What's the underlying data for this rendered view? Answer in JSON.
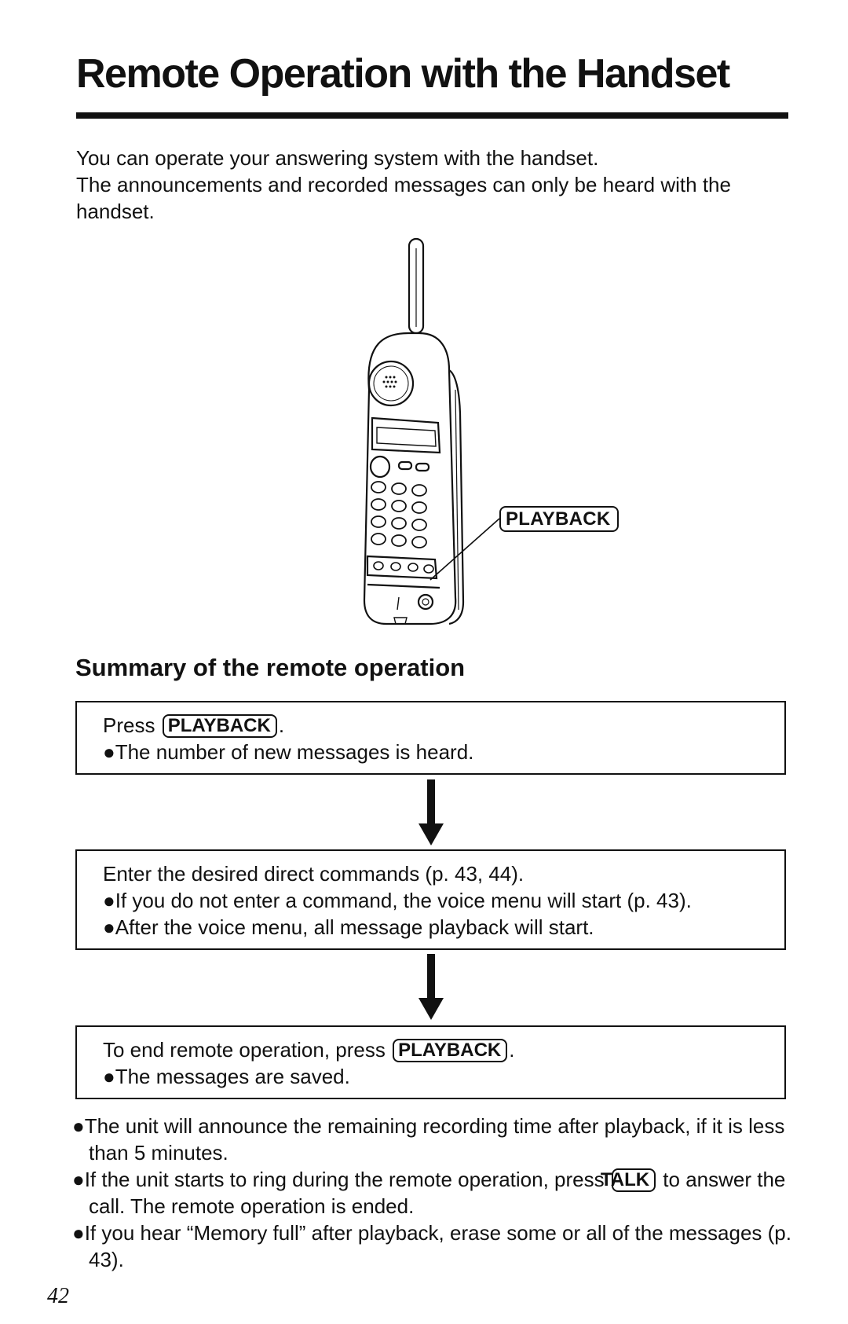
{
  "page": {
    "title": "Remote Operation with the Handset",
    "page_number": "42"
  },
  "intro": {
    "line1": "You can operate your answering system with the handset.",
    "line2": "The announcements and recorded messages can only be heard with the handset."
  },
  "illustration": {
    "callout_label": "PLAYBACK"
  },
  "summary": {
    "heading": "Summary of the remote operation",
    "steps": [
      {
        "lead_prefix": "Press",
        "key": "PLAYBACK",
        "lead_suffix": ".",
        "bullets": [
          "●The number of new messages is heard."
        ]
      },
      {
        "lead": "Enter the desired direct commands (p. 43, 44).",
        "bullets": [
          "●If you do not enter a command, the voice menu will start (p. 43).",
          "●After the voice menu, all message playback will start."
        ]
      },
      {
        "lead_prefix": "To end remote operation, press",
        "key": "PLAYBACK",
        "lead_suffix": ".",
        "bullets": [
          "●The messages are saved."
        ]
      }
    ]
  },
  "notes": {
    "note1": "●The unit will announce the remaining recording time after playback, if it is less than 5 minutes.",
    "note2_prefix": "●If the unit starts to ring during the remote operation, press",
    "note2_key": "TALK",
    "note2_suffix": "to answer the call. The remote operation is ended.",
    "note3": "●If you hear “Memory full” after playback, erase some or all of the messages (p. 43)."
  }
}
